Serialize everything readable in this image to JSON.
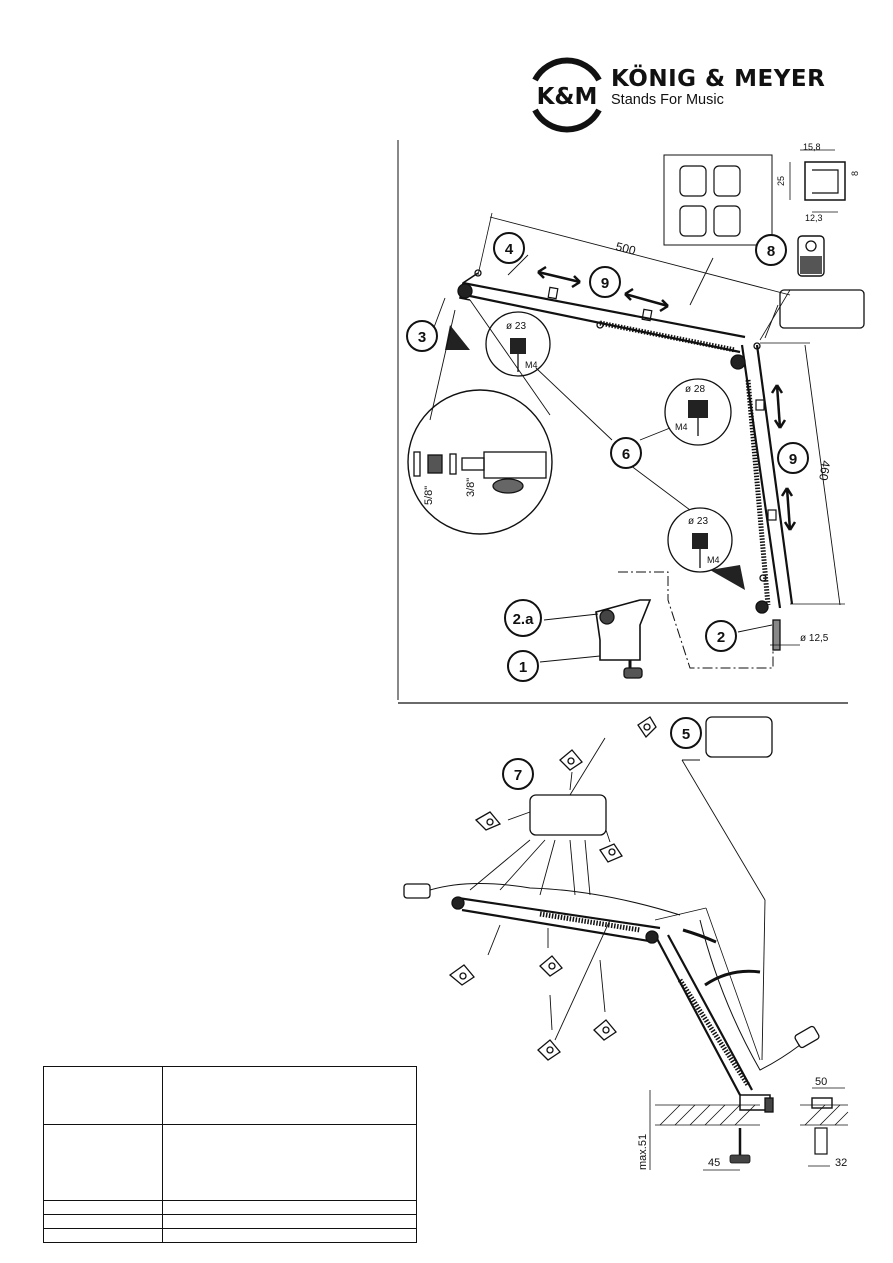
{
  "brand": {
    "logo_monogram": "K&M",
    "name": "KÖNIG & MEYER",
    "tagline": "Stands For Music"
  },
  "figure_top": {
    "callouts": [
      "4",
      "9",
      "3",
      "6",
      "9",
      "8",
      "2.a",
      "2",
      "1"
    ],
    "dimensions": {
      "arm_length": "500",
      "arm2_length": "460",
      "knob1_dia": "ø 23",
      "knob1_thread": "M4",
      "knob2_dia": "ø 28",
      "knob2_thread": "M4",
      "knob3_dia": "ø 23",
      "knob3_thread": "M4",
      "thread_a": "5/8\"",
      "thread_b": "3/8\"",
      "pin_dia": "ø 12,5",
      "clip_w": "15,8",
      "clip_h": "25",
      "clip_d": "8",
      "clip_inner": "12,3"
    }
  },
  "figure_bottom": {
    "callouts": [
      "5",
      "7"
    ],
    "dimensions": {
      "clamp_max": "max.51",
      "clamp_depth": "45",
      "clamp_w": "50",
      "clamp_x": "32"
    }
  },
  "spec_table": {
    "rows": [
      [
        "",
        ""
      ],
      [
        "",
        ""
      ],
      [
        "",
        ""
      ],
      [
        "",
        ""
      ],
      [
        "",
        ""
      ]
    ]
  },
  "colors": {
    "ink": "#111111",
    "background": "#ffffff"
  }
}
